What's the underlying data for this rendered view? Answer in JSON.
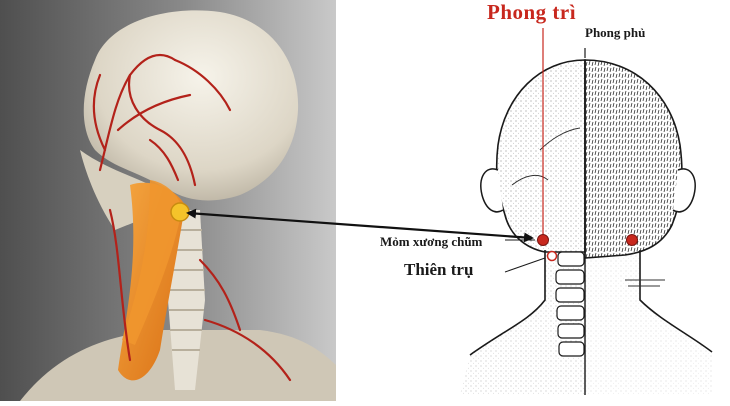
{
  "labels": {
    "phong_tri": "Phong trì",
    "phong_phu": "Phong phủ",
    "mom_xuong_chum": "Mỏm xương chũm",
    "thien_tru": "Thiên trụ"
  },
  "colors": {
    "acupoint": "#c8281e",
    "muscle": "#e8872a",
    "artery": "#b3221a",
    "bone": "#e9e4d6",
    "background_left": "#5f5f5f",
    "line_art": "#1a1a1a"
  },
  "icons": {
    "arrow": "double-headed-arrow"
  }
}
